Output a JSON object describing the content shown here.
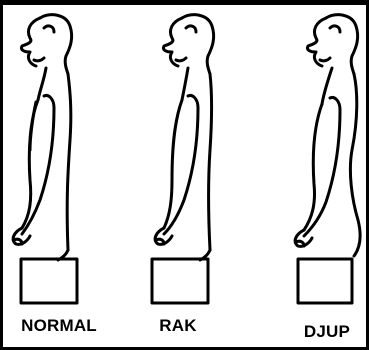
{
  "panels": [
    {
      "label": "NORMAL"
    },
    {
      "label": "RAK"
    },
    {
      "label": "DJUP"
    }
  ]
}
